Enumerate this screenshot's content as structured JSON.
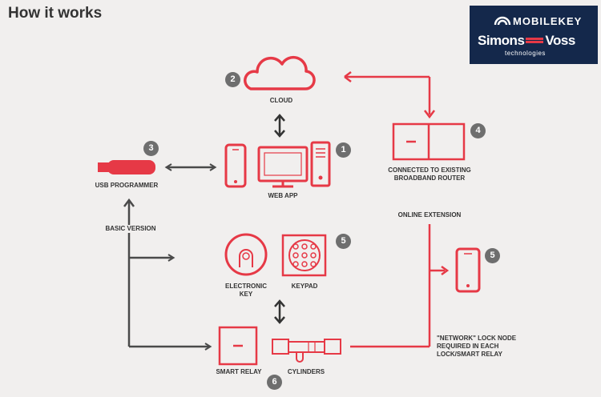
{
  "header": {
    "title": "How it works"
  },
  "logo": {
    "product": "MOBILEKEY",
    "brand_left": "Simons",
    "brand_right": "Voss",
    "tagline": "technologies"
  },
  "nodes": {
    "cloud": {
      "label": "CLOUD",
      "step": "2"
    },
    "web_app": {
      "label": "WEB APP",
      "step": "1"
    },
    "usb_programmer": {
      "label": "USB PROGRAMMER",
      "step": "3"
    },
    "router": {
      "label_line1": "CONNECTED TO EXISTING",
      "label_line2": "BROADBAND ROUTER",
      "step": "4"
    },
    "electronic_key": {
      "label_line1": "ELECTRONIC",
      "label_line2": "KEY"
    },
    "keypad": {
      "label": "KEYPAD",
      "step": "5"
    },
    "smart_relay": {
      "label": "SMART RELAY"
    },
    "cylinders": {
      "label": "CYLINDERS",
      "step": "6"
    },
    "phone": {
      "step": "5"
    }
  },
  "annotations": {
    "basic_version": "BASIC VERSION",
    "online_extension": "ONLINE EXTENSION",
    "network_note_line1": "\"NETWORK\" LOCK NODE",
    "network_note_line2": "REQUIRED IN EACH",
    "network_note_line3": "LOCK/SMART RELAY"
  },
  "colors": {
    "accent_red": "#e63946",
    "dark_gray": "#4a4a4a",
    "badge_gray": "#6e6e6e",
    "background": "#f1efee",
    "logo_bg": "#14284b"
  }
}
